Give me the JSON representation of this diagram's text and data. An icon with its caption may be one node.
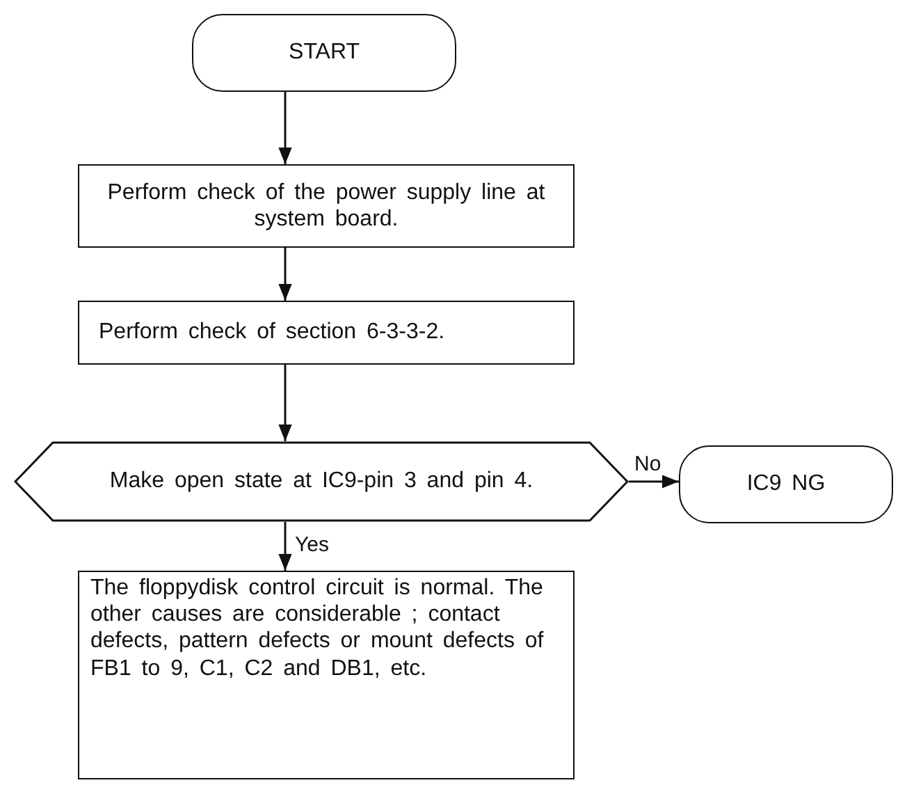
{
  "diagram": {
    "nodes": [
      {
        "text": [
          "START"
        ]
      },
      {
        "text": [
          "Perform check of the power supply line at system board."
        ]
      },
      {
        "text": [
          "Perform check of section 6-3-3-2."
        ]
      },
      {
        "text": [
          "Make open state at IC9-pin 3 and pin 4."
        ]
      },
      {
        "text": [
          "IC9 NG"
        ]
      },
      {
        "text": [
          "The floppydisk control circuit is normal. The other causes are considerable ; contact defects, pattern defects or mount defects of FB1 to 9, C1, C2 and DB1, etc."
        ]
      }
    ],
    "edges": [
      {
        "from": 0,
        "to": 1,
        "arrow": "to"
      },
      {
        "from": 1,
        "to": 2,
        "arrow": "to"
      },
      {
        "from": 2,
        "to": 3,
        "arrow": "to"
      },
      {
        "from": 3,
        "to": 4,
        "arrow": "to",
        "label": "No"
      },
      {
        "from": 3,
        "to": 5,
        "arrow": "to",
        "label": "Yes"
      }
    ]
  }
}
